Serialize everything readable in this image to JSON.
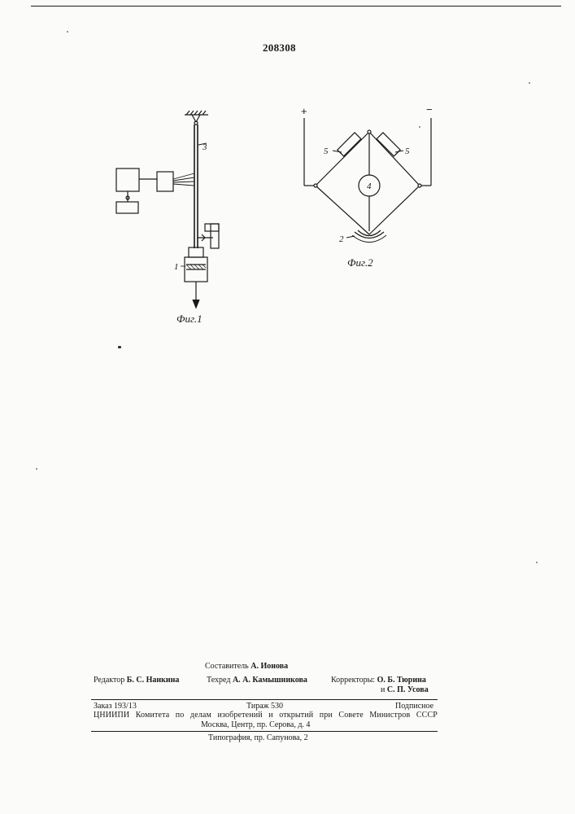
{
  "patent_number": "208308",
  "figures": {
    "fig1": {
      "caption": "Фиг.1",
      "labels": [
        "3",
        "1"
      ]
    },
    "fig2": {
      "caption": "Фиг.2",
      "labels": [
        "5",
        "5",
        "4",
        "2"
      ],
      "terminals": {
        "plus": "+",
        "minus": "−"
      }
    }
  },
  "imprint": {
    "compiler_label": "Составитель",
    "compiler_name": "А. Ионова",
    "editor_label": "Редактор",
    "editor_name": "Б. С. Нанкина",
    "techred_label": "Техред",
    "techred_name": "А. А. Камышникова",
    "correctors_label": "Корректоры:",
    "corrector_1": "О. Б. Тюрина",
    "corrector_and": "и",
    "corrector_2": "С. П. Усова",
    "order": "Заказ 193/13",
    "circulation": "Тираж 530",
    "subscription": "Подписное",
    "publisher_line1": "ЦНИИПИ Комитета по делам изобретений и открытий при Совете Министров СССР",
    "publisher_line2": "Москва, Центр, пр. Серова, д. 4",
    "printer": "Типография, пр. Сапунова, 2"
  }
}
